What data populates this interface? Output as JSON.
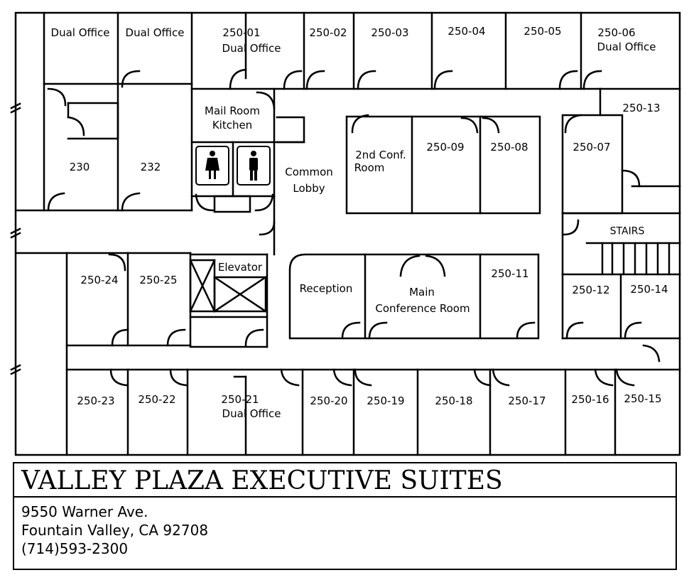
{
  "floor_plan": {
    "rooms": {
      "dual_office_a": "Dual Office",
      "dual_office_b": "Dual Office",
      "r250_01_num": "250-01",
      "r250_01_sub": "Dual Office",
      "r250_02": "250-02",
      "r250_03": "250-03",
      "r250_04": "250-04",
      "r250_05": "250-05",
      "r250_06_num": "250-06",
      "r250_06_sub": "Dual Office",
      "mail_room": "Mail Room",
      "kitchen": "Kitchen",
      "r250_13": "250-13",
      "r230": "230",
      "r232": "232",
      "common": "Common",
      "lobby": "Lobby",
      "conf2_a": "2nd Conf.",
      "conf2_b": "Room",
      "r250_09": "250-09",
      "r250_08": "250-08",
      "r250_07": "250-07",
      "stairs": "STAIRS",
      "elevator": "Elevator",
      "r250_24": "250-24",
      "r250_25": "250-25",
      "reception": "Reception",
      "main_conf_a": "Main",
      "main_conf_b": "Conference Room",
      "r250_11": "250-11",
      "r250_12": "250-12",
      "r250_14": "250-14",
      "r250_23": "250-23",
      "r250_22": "250-22",
      "r250_21_num": "250-21",
      "r250_21_sub": "Dual Office",
      "r250_20": "250-20",
      "r250_19": "250-19",
      "r250_18": "250-18",
      "r250_17": "250-17",
      "r250_16": "250-16",
      "r250_15": "250-15"
    },
    "restroom_icons": [
      "women-restroom-icon",
      "men-restroom-icon"
    ]
  },
  "title": "VALLEY PLAZA EXECUTIVE SUITES",
  "address": {
    "street": "9550 Warner Ave.",
    "city": "Fountain Valley, CA 92708",
    "phone": "(714)593-2300"
  }
}
